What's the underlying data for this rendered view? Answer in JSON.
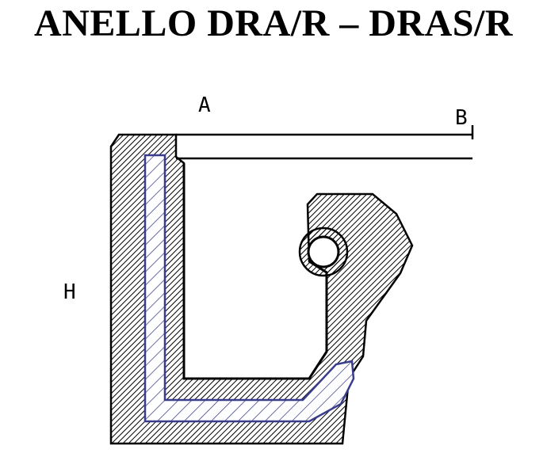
{
  "title": "ANELLO DRA/R – DRAS/R",
  "labels": {
    "a": "A",
    "b": "B",
    "h": "H"
  },
  "colors": {
    "body": "#000000",
    "insert": "#3a3d8c"
  }
}
